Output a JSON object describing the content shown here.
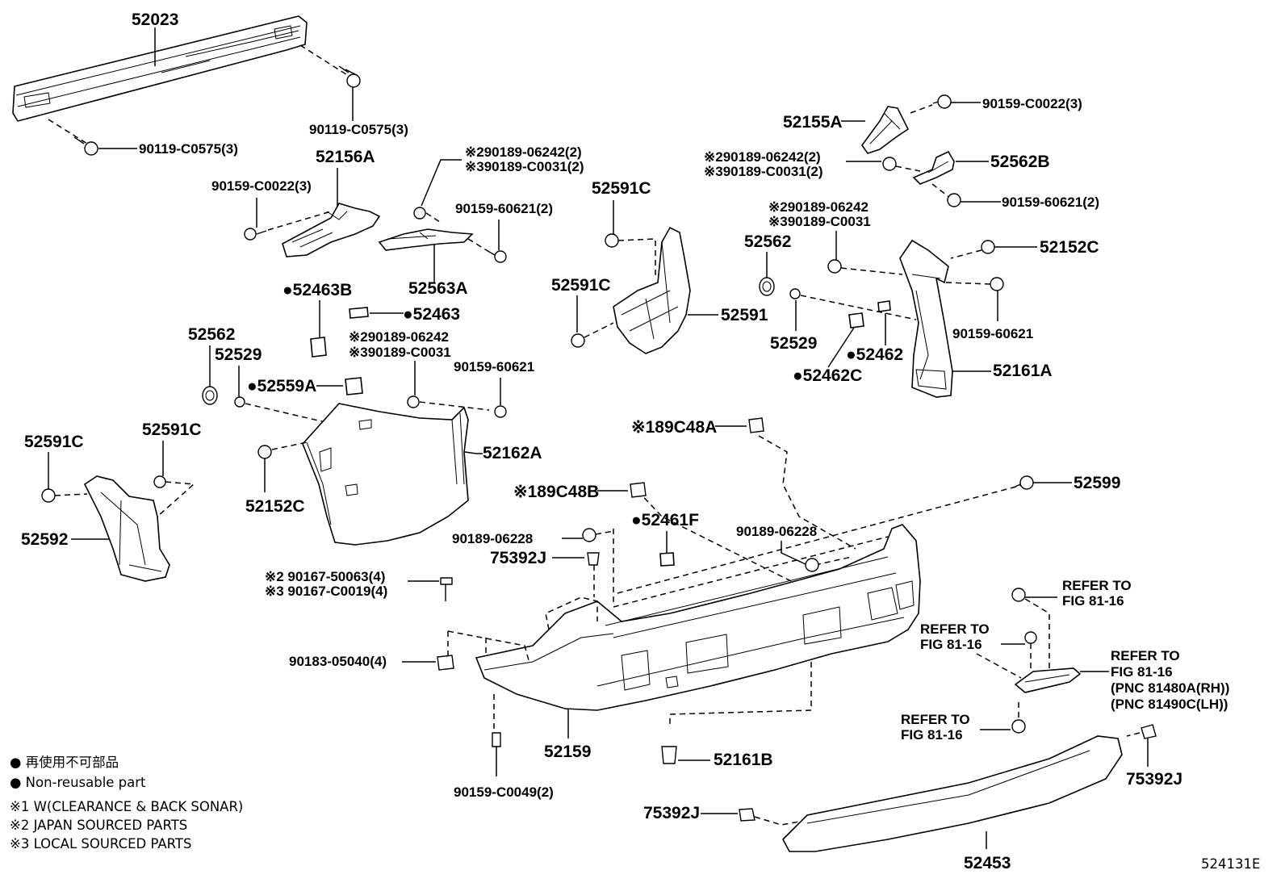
{
  "labels": {
    "p52023": "52023",
    "p90119_a": "90119-C0575(3)",
    "p90119_b": "90119-C0575(3)",
    "p52156A": "52156A",
    "p90159_c0022_l": "90159-C0022(3)",
    "p290189_06242_2a": "※290189-06242(2)",
    "p390189_c0031_2a": "※390189-C0031(2)",
    "p90159_60621_2a": "90159-60621(2)",
    "p52563A": "52563A",
    "p52463B": "●52463B",
    "p52463": "●52463",
    "p290189_06242_a": "※290189-06242",
    "p390189_c0031_a": "※390189-C0031",
    "p90159_60621_a": "90159-60621",
    "p52562_l": "52562",
    "p52529_l": "52529",
    "p52559A": "●52559A",
    "p52162A": "52162A",
    "p52152C_l": "52152C",
    "p52591C_a": "52591C",
    "p52591C_b": "52591C",
    "p52592": "52592",
    "p52591C_top": "52591C",
    "p52591C_mid": "52591C",
    "p52591": "52591",
    "p52155A": "52155A",
    "p90159_c0022_r": "90159-C0022(3)",
    "p290189_06242_2b": "※290189-06242(2)",
    "p390189_c0031_2b": "※390189-C0031(2)",
    "p52562B": "52562B",
    "p90159_60621_2b": "90159-60621(2)",
    "p290189_06242_b": "※290189-06242",
    "p390189_c0031_b": "※390189-C0031",
    "p52562_r": "52562",
    "p52152C_r": "52152C",
    "p90159_60621_b": "90159-60621",
    "p52529_r": "52529",
    "p52462": "●52462",
    "p52462C": "●52462C",
    "p52161A": "52161A",
    "p189C48A": "※189C48A",
    "p189C48B": "※189C48B",
    "p52599": "52599",
    "p52461F": "●52461F",
    "p90189_06228_l": "90189-06228",
    "p90189_06228_r": "90189-06228",
    "p75392J_a": "75392J",
    "p290167": "※2 90167-50063(4)",
    "p390167": "※3 90167-C0019(4)",
    "p90183": "90183-05040(4)",
    "p52159": "52159",
    "p90159_c0049": "90159-C0049(2)",
    "p52161B": "52161B",
    "p75392J_b": "75392J",
    "p52453": "52453",
    "p75392J_c": "75392J",
    "refer1_a": "REFER TO",
    "refer1_b": "FIG 81-16",
    "refer2_a": "REFER TO",
    "refer2_b": "FIG 81-16",
    "refer3_a": "REFER TO",
    "refer3_b": "FIG 81-16",
    "refer3_c": "(PNC 81480A(RH))",
    "refer3_d": "(PNC 81490C(LH))",
    "refer4_a": "REFER TO",
    "refer4_b": "FIG 81-16",
    "code": "524131E"
  },
  "legend": {
    "line1": "● 再使用不可部品",
    "line2": "● Non-reusable part",
    "line3": "※1 W(CLEARANCE & BACK SONAR)",
    "line4": "※2 JAPAN SOURCED PARTS",
    "line5": "※3 LOCAL SOURCED PARTS"
  }
}
